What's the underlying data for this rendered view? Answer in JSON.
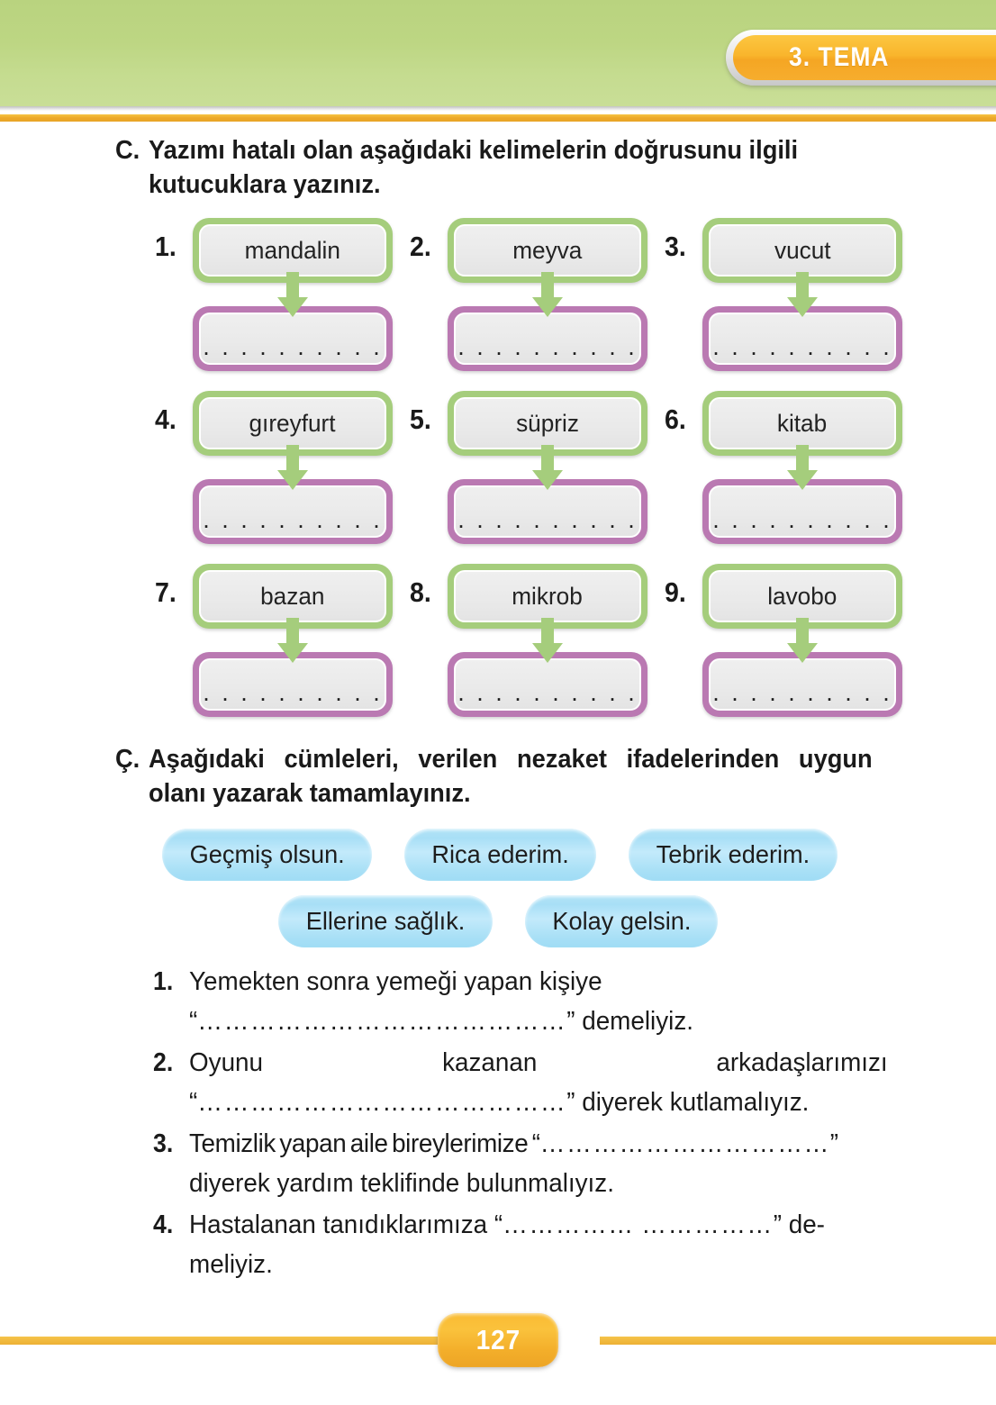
{
  "header": {
    "theme_label": "3. TEMA"
  },
  "task_c": {
    "letter": "C.",
    "instruction": "Yazımı hatalı olan aşağıdaki kelimelerin doğrusunu ilgili kutucuklara yazınız.",
    "dots": ". . . . . . . . . . . . . . . .",
    "items": [
      {
        "number": "1.",
        "word": "mandalin"
      },
      {
        "number": "2.",
        "word": "meyva"
      },
      {
        "number": "3.",
        "word": "vucut"
      },
      {
        "number": "4.",
        "word": "gıreyfurt"
      },
      {
        "number": "5.",
        "word": "süpriz"
      },
      {
        "number": "6.",
        "word": "kitab"
      },
      {
        "number": "7.",
        "word": "bazan"
      },
      {
        "number": "8.",
        "word": "mikrob"
      },
      {
        "number": "9.",
        "word": "lavobo"
      }
    ]
  },
  "task_c_colors": {
    "prompt_box": "#a5cd7c",
    "answer_box": "#ba79b2",
    "arrow": "#a5cd7c",
    "box_fill": "#eaeaea"
  },
  "task_ci": {
    "letter": "Ç.",
    "instruction": "Aşağıdaki cümleleri, verilen nezaket ifadelerinden uygun olanı yazarak tamamlayınız.",
    "phrase_color": "#abe0f6",
    "phrases_row1": [
      "Geçmiş olsun.",
      "Rica ederim.",
      "Tebrik ederim."
    ],
    "phrases_row2": [
      "Ellerine sağlık.",
      "Kolay gelsin."
    ],
    "sentences": [
      {
        "number": "1.",
        "part1": "Yemekten sonra yemeği yapan kişiye “",
        "blank1": "…………………",
        "blank2": "…………………",
        "part2": "” demeliyiz."
      },
      {
        "number": "2.",
        "part1": "Oyunu kazanan arkadaşlarımızı “",
        "blank1": "…………………",
        "blank2": "…………………",
        "part2": "” diyerek kutlamalıyız."
      },
      {
        "number": "3.",
        "part1": "Temizlik yapan aile bireylerimize “",
        "blank1": "……………………………",
        "blank2": "",
        "part2": "” diyerek yardım teklifinde bulunmalıyız."
      },
      {
        "number": "4.",
        "part1": "Hastalanan tanıdıklarımıza “",
        "blank1": "……………",
        "blank2": "……………",
        "part2": "” de-meliyiz."
      }
    ]
  },
  "footer": {
    "page_number": "127",
    "accent_color": "#f2b233"
  }
}
